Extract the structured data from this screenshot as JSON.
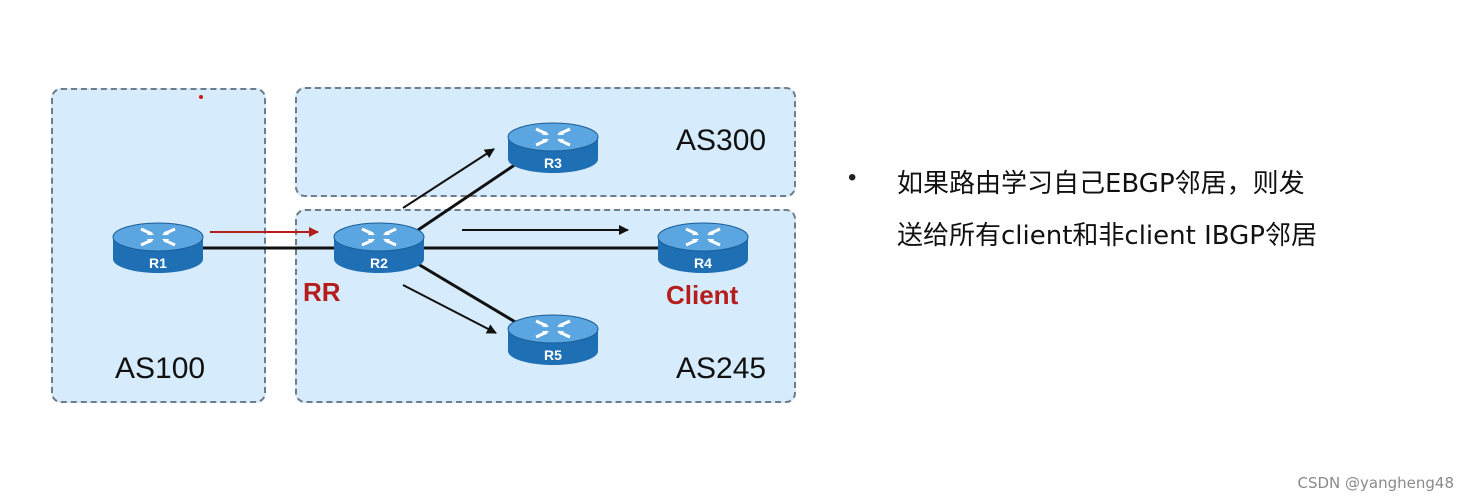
{
  "diagram": {
    "autonomous_systems": [
      {
        "id": "as100",
        "label": "AS100"
      },
      {
        "id": "as300",
        "label": "AS300"
      },
      {
        "id": "as245",
        "label": "AS245"
      }
    ],
    "routers": {
      "r1": "R1",
      "r2": "R2",
      "r3": "R3",
      "r4": "R4",
      "r5": "R5"
    },
    "roles": {
      "rr": "RR",
      "client": "Client"
    },
    "colors": {
      "as_fill": "#d6ebfb",
      "router_body": "#2a7fc9",
      "role_text": "#b51c1c",
      "ebgp_arrow": "#b51c1c",
      "ibgp_arrow": "#111111"
    }
  },
  "description": {
    "line1": "如果路由学习自己EBGP邻居，则发",
    "line2": "送给所有client和非client  IBGP邻居"
  },
  "watermark": "CSDN @yangheng48"
}
